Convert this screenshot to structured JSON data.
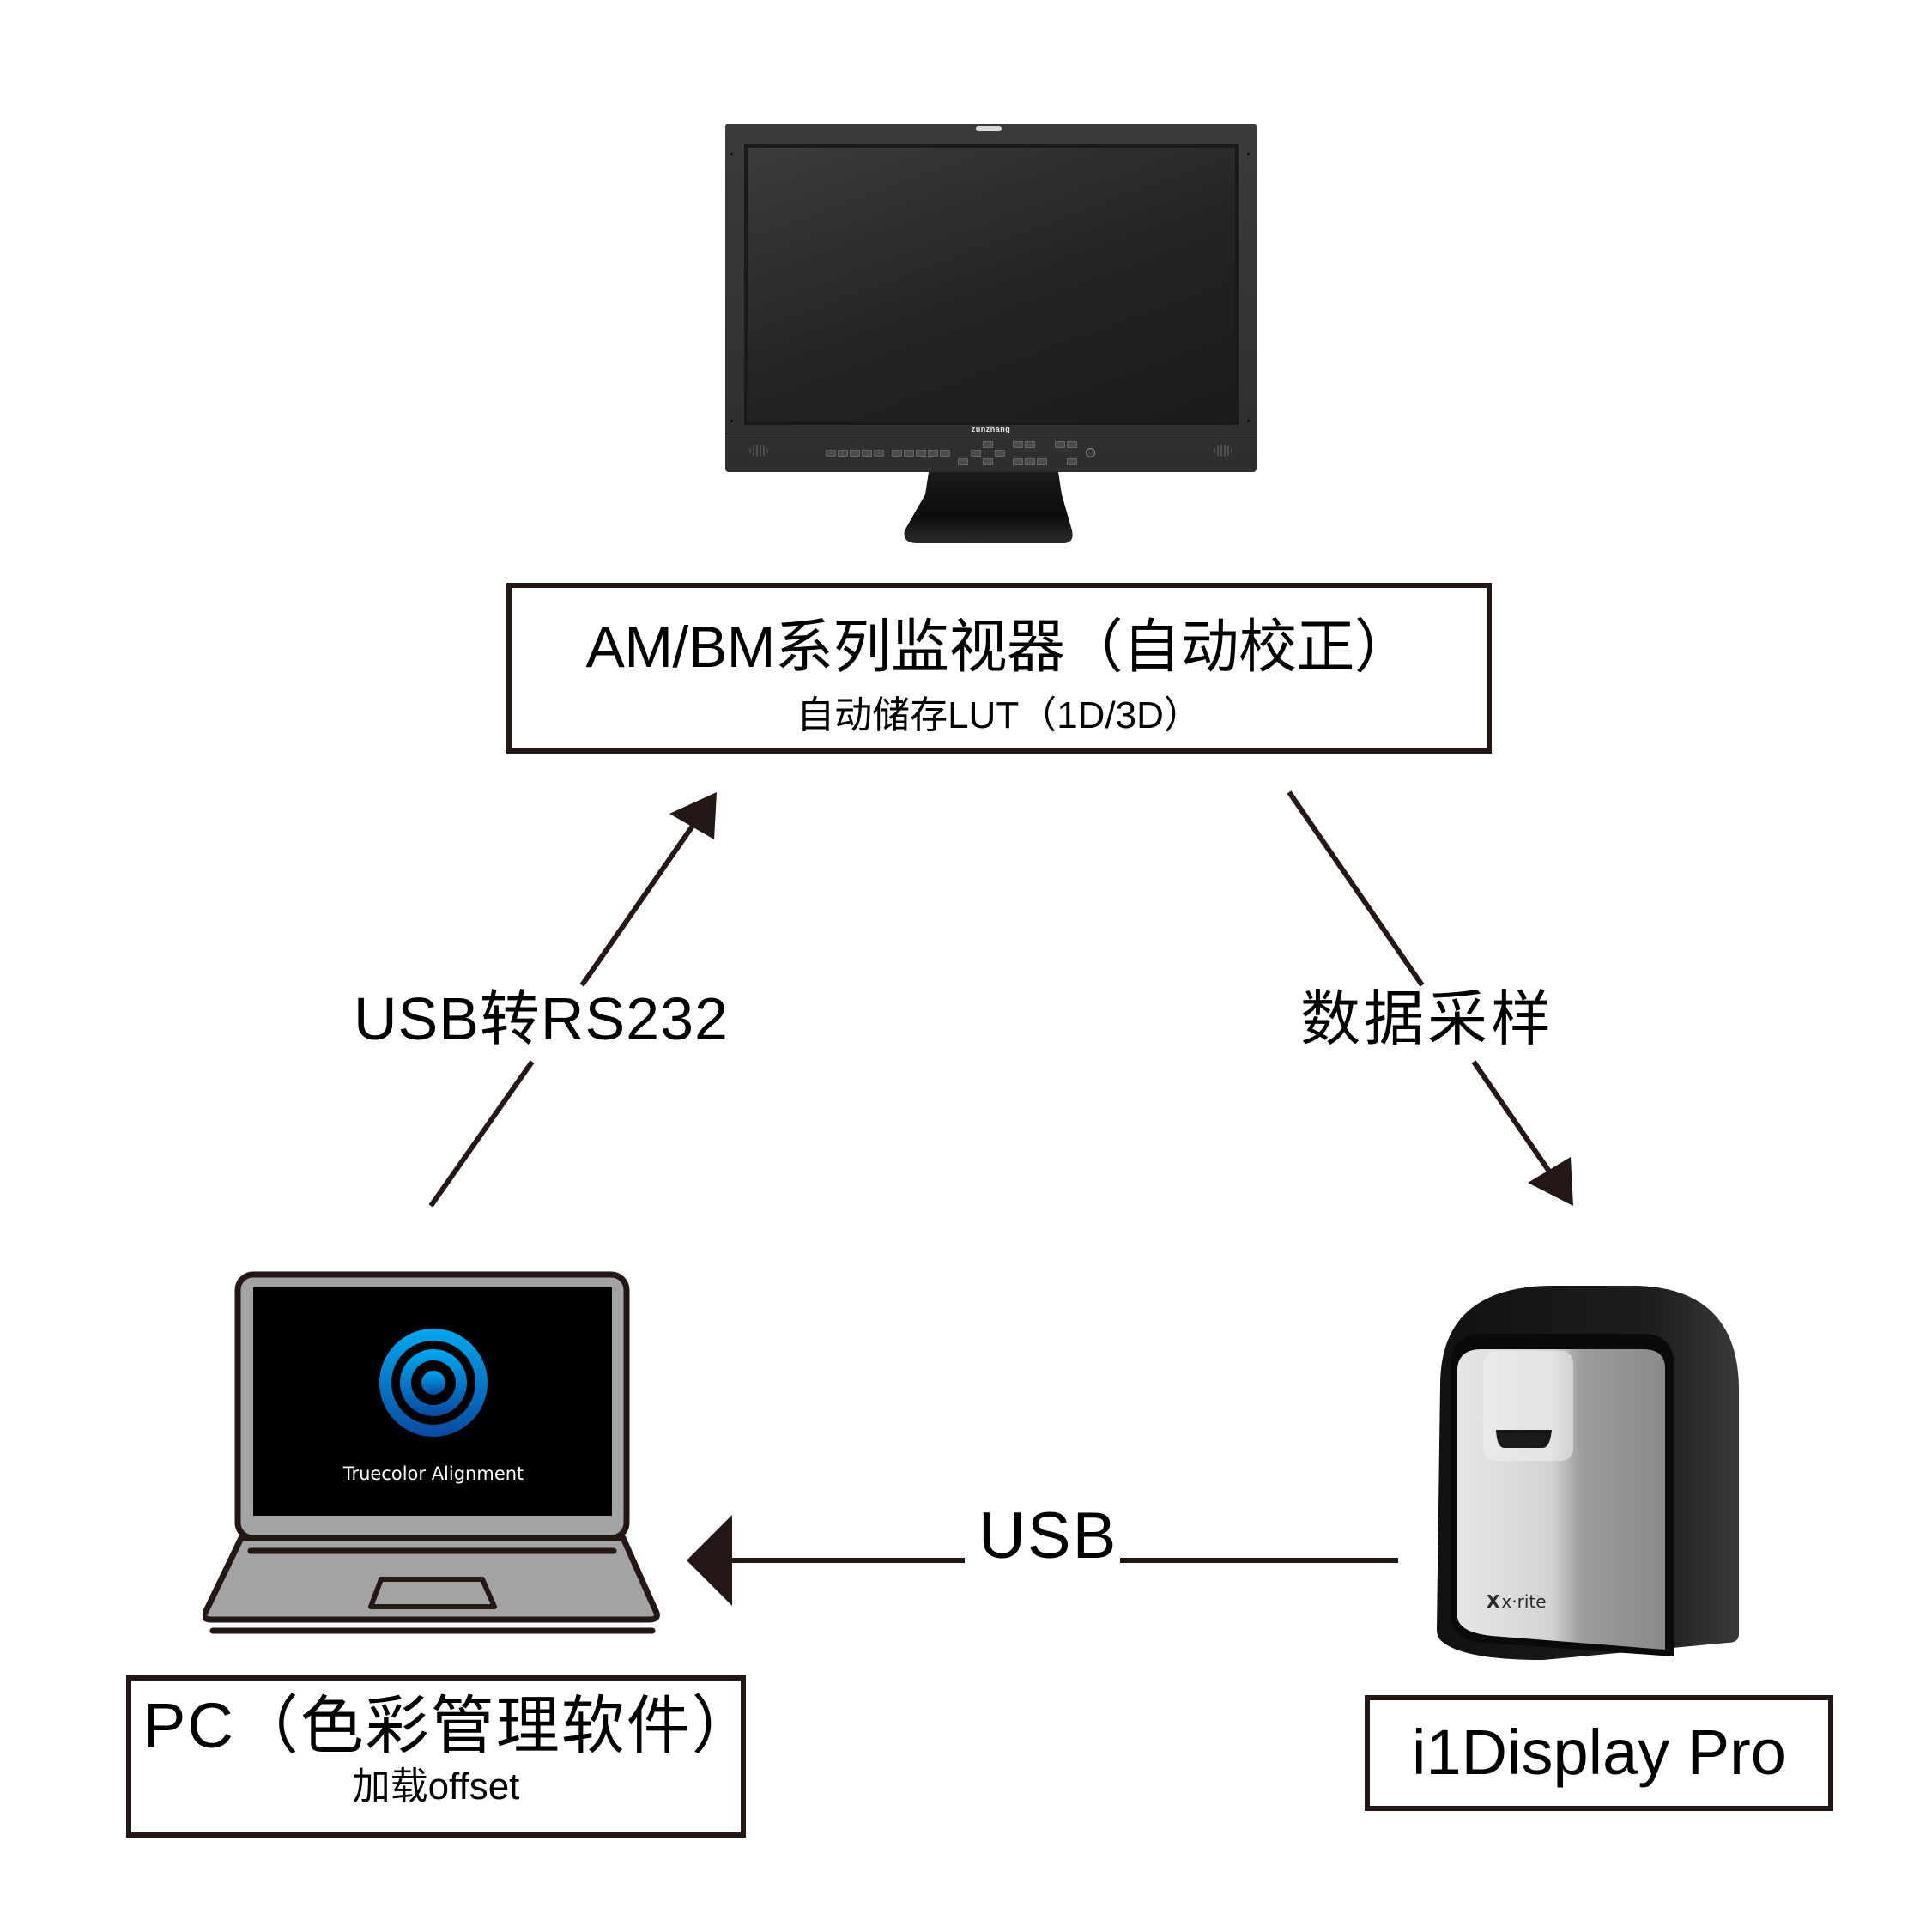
{
  "nodes": {
    "monitor": {
      "title": "AM/BM系列监视器（自动校正）",
      "subtitle": "自动储存LUT（1D/3D）",
      "brand": "zunzhang"
    },
    "pc": {
      "title": "PC（色彩管理软件）",
      "subtitle": "加载offset",
      "screen_app_name": "Truecolor Alignment"
    },
    "calibrator": {
      "title": "i1Display Pro",
      "brand_mark": "X",
      "brand": "x·rite"
    }
  },
  "connections": [
    {
      "from": "pc",
      "to": "monitor",
      "label": "USB转RS232"
    },
    {
      "from": "monitor",
      "to": "calibrator",
      "label": "数据采样"
    },
    {
      "from": "calibrator",
      "to": "pc",
      "label": "USB"
    }
  ],
  "colors": {
    "line": "#231815",
    "laptop_gray": "#a3a3a3",
    "app_icon_top": "#00a8f0",
    "app_icon_bottom": "#0a4aa0",
    "monitor_body": "#333333",
    "calibrator_silver": "#c8c8c8",
    "calibrator_shell": "#1c1c1c"
  }
}
